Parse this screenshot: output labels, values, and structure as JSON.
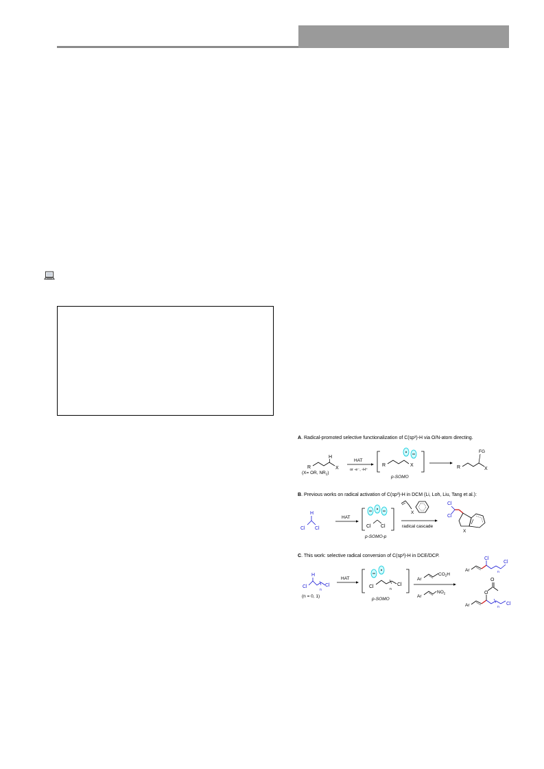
{
  "colors": {
    "header_bar": "#9a9a9a",
    "header_line": "#8a8a8a",
    "orbital": "#00c8d8",
    "chain_blue": "#1a1ad6",
    "new_bond_red": "#d01818"
  },
  "icons": {
    "margin_icon": "computer-icon"
  },
  "scheme": {
    "panel_a": {
      "letter": "A",
      "title": ". Radical-promoted selective functionalization of C(sp³)-H via O/N-atom directing.",
      "substrate_note": "(X= OR, NR",
      "substrate_note_sub": "2",
      "substrate_note_end": ")",
      "reagent_top": "HAT",
      "reagent_bottom": "or -e⁻, -H⁺",
      "intermediate": "p-SOMO",
      "product_label": "FG",
      "atom_r": "R",
      "atom_x": "X",
      "atom_h": "H"
    },
    "panel_b": {
      "letter": "B",
      "title": ". Previous works on radical activation of C(sp³)-H in DCM (Li, Loh, Liu, Tang et al.):",
      "reagent": "HAT",
      "cascade": "radical cascade",
      "intermediate": "p-SOMO-p",
      "atom_cl": "Cl",
      "atom_h": "H",
      "atom_x": "X"
    },
    "panel_c": {
      "letter": "C",
      "title": ". This work: selective radical conversion of C(sp³)-H in DCE/DCP.",
      "reagent": "HAT",
      "n_note": "(n = 0, 1)",
      "intermediate": "p-SOMO",
      "reagent_acid": "CO",
      "reagent_acid_sub": "2",
      "reagent_acid_end": "H",
      "reagent_nitro": "NO",
      "reagent_nitro_sub": "2",
      "ar": "Ar",
      "atom_cl": "Cl",
      "atom_h": "H",
      "atom_o": "O",
      "sub_n": "n"
    }
  }
}
